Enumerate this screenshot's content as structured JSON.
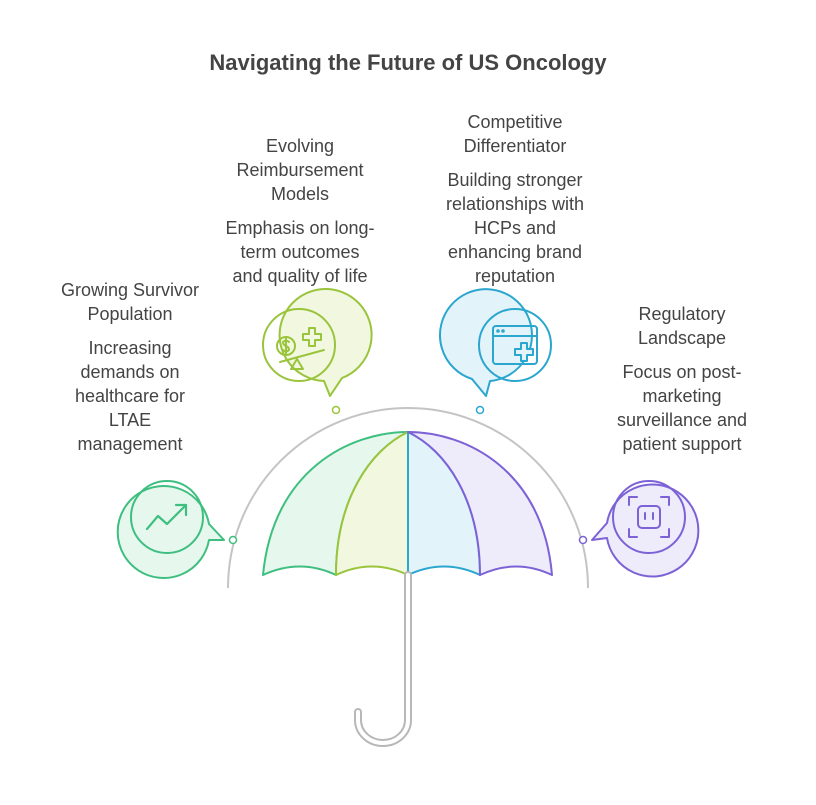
{
  "title": "Navigating the Future of US Oncology",
  "items": [
    {
      "id": "growing-survivor-population",
      "heading": "Growing Survivor\nPopulation",
      "description": "Increasing\ndemands on\nhealthcare for\nLTAE\nmanagement",
      "icon": "trend-up-arrow-icon",
      "color": "#3fbf7f",
      "fill": "#e6f7ee"
    },
    {
      "id": "evolving-reimbursement-models",
      "heading": "Evolving\nReimbursement\nModels",
      "description": "Emphasis on long-\nterm outcomes\nand quality of life",
      "icon": "dollar-health-balance-icon",
      "color": "#9ac43c",
      "fill": "#f1f8df"
    },
    {
      "id": "competitive-differentiator",
      "heading": "Competitive\nDifferentiator",
      "description": "Building stronger\nrelationships with\nHCPs and\nenhancing brand\nreputation",
      "icon": "browser-health-icon",
      "color": "#2aa6cf",
      "fill": "#e3f3fa"
    },
    {
      "id": "regulatory-landscape",
      "heading": "Regulatory\nLandscape",
      "description": "Focus on post-\nmarketing\nsurveillance and\npatient support",
      "icon": "focus-device-icon",
      "color": "#7c62d6",
      "fill": "#eeebfb"
    }
  ]
}
